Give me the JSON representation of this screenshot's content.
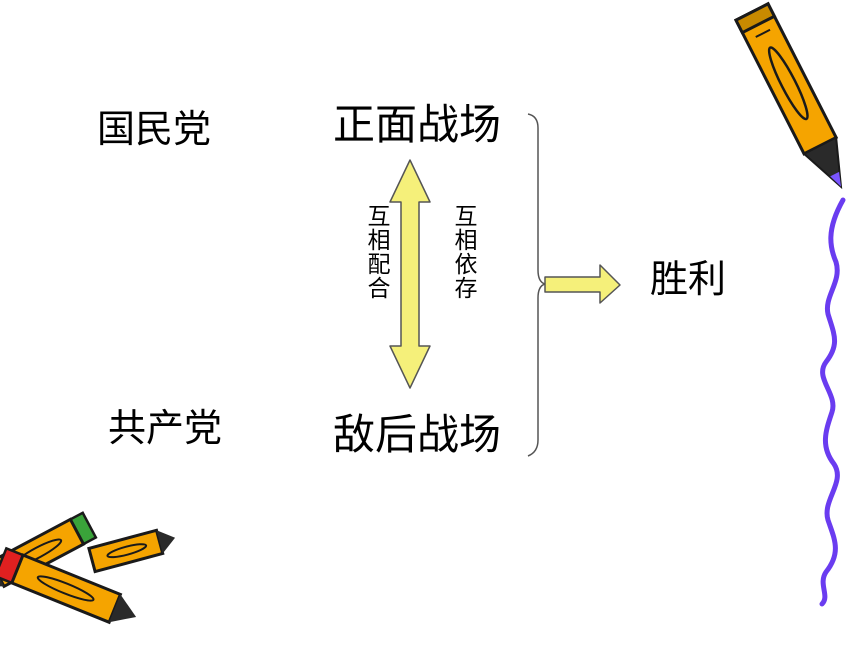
{
  "diagram": {
    "left_labels": {
      "top": "国民党",
      "bottom": "共产党"
    },
    "battlefields": {
      "top": "正面战场",
      "bottom": "敌后战场"
    },
    "relations": {
      "left": "互相配合",
      "right": "互相依存"
    },
    "result": "胜利"
  },
  "colors": {
    "arrow_fill": "#f5f07a",
    "arrow_stroke": "#555555",
    "pencil_orange": "#f5a400",
    "squiggle": "#6a3cf0",
    "text": "#000000"
  },
  "icons": {
    "top_right": "pencil-icon",
    "bottom_left": "crossed-pencils-icon",
    "right_edge": "squiggle-line"
  }
}
